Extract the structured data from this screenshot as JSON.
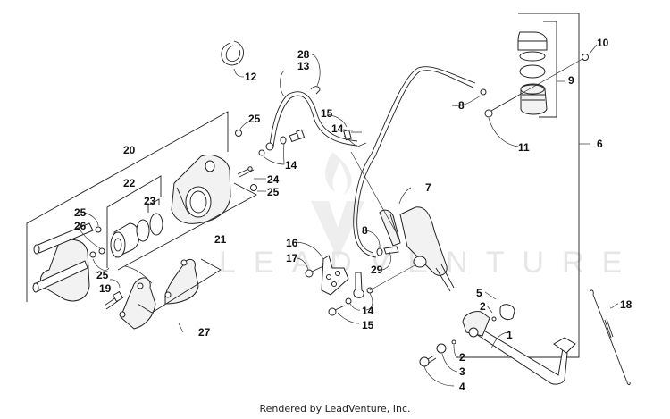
{
  "diagram": {
    "title": "Rear Brake Assembly Parts Diagram",
    "watermark": "LEADVENTURE",
    "footer": "Rendered by LeadVenture, Inc.",
    "callouts": [
      {
        "id": "c1",
        "label": "1"
      },
      {
        "id": "c2a",
        "label": "2"
      },
      {
        "id": "c2b",
        "label": "2"
      },
      {
        "id": "c3",
        "label": "3"
      },
      {
        "id": "c4",
        "label": "4"
      },
      {
        "id": "c5",
        "label": "5"
      },
      {
        "id": "c6",
        "label": "6"
      },
      {
        "id": "c7",
        "label": "7"
      },
      {
        "id": "c8a",
        "label": "8"
      },
      {
        "id": "c8b",
        "label": "8"
      },
      {
        "id": "c9",
        "label": "9"
      },
      {
        "id": "c10",
        "label": "10"
      },
      {
        "id": "c11",
        "label": "11"
      },
      {
        "id": "c12",
        "label": "12"
      },
      {
        "id": "c13",
        "label": "13"
      },
      {
        "id": "c14a",
        "label": "14"
      },
      {
        "id": "c14b",
        "label": "14"
      },
      {
        "id": "c14c",
        "label": "14"
      },
      {
        "id": "c15a",
        "label": "15"
      },
      {
        "id": "c15b",
        "label": "15"
      },
      {
        "id": "c16",
        "label": "16"
      },
      {
        "id": "c17",
        "label": "17"
      },
      {
        "id": "c18",
        "label": "18"
      },
      {
        "id": "c19",
        "label": "19"
      },
      {
        "id": "c20",
        "label": "20"
      },
      {
        "id": "c21",
        "label": "21"
      },
      {
        "id": "c22",
        "label": "22"
      },
      {
        "id": "c23",
        "label": "23"
      },
      {
        "id": "c24",
        "label": "24"
      },
      {
        "id": "c25a",
        "label": "25"
      },
      {
        "id": "c25b",
        "label": "25"
      },
      {
        "id": "c25c",
        "label": "25"
      },
      {
        "id": "c25d",
        "label": "25"
      },
      {
        "id": "c26",
        "label": "26"
      },
      {
        "id": "c27",
        "label": "27"
      },
      {
        "id": "c28",
        "label": "28"
      },
      {
        "id": "c29",
        "label": "29"
      }
    ]
  }
}
